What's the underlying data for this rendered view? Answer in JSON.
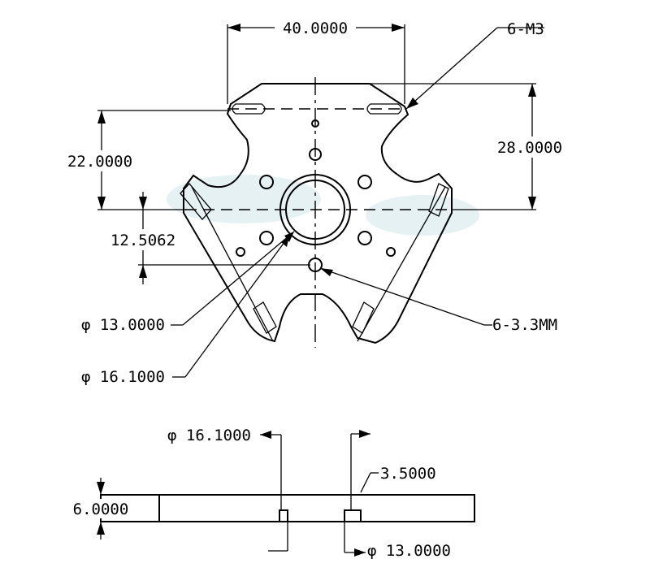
{
  "top_view": {
    "dims": {
      "width_top": "40.0000",
      "height_right": "28.0000",
      "height_left": "22.0000",
      "offset": "12.5062",
      "inner_dia": "φ 13.0000",
      "outer_dia": "φ 16.1000",
      "thread_note": "6-M3",
      "hole_note": "6-3.3MM"
    }
  },
  "side_view": {
    "dims": {
      "outer_dia": "φ 16.1000",
      "thickness": "6.0000",
      "step": "3.5000",
      "inner_dia": "φ 13.0000"
    }
  }
}
